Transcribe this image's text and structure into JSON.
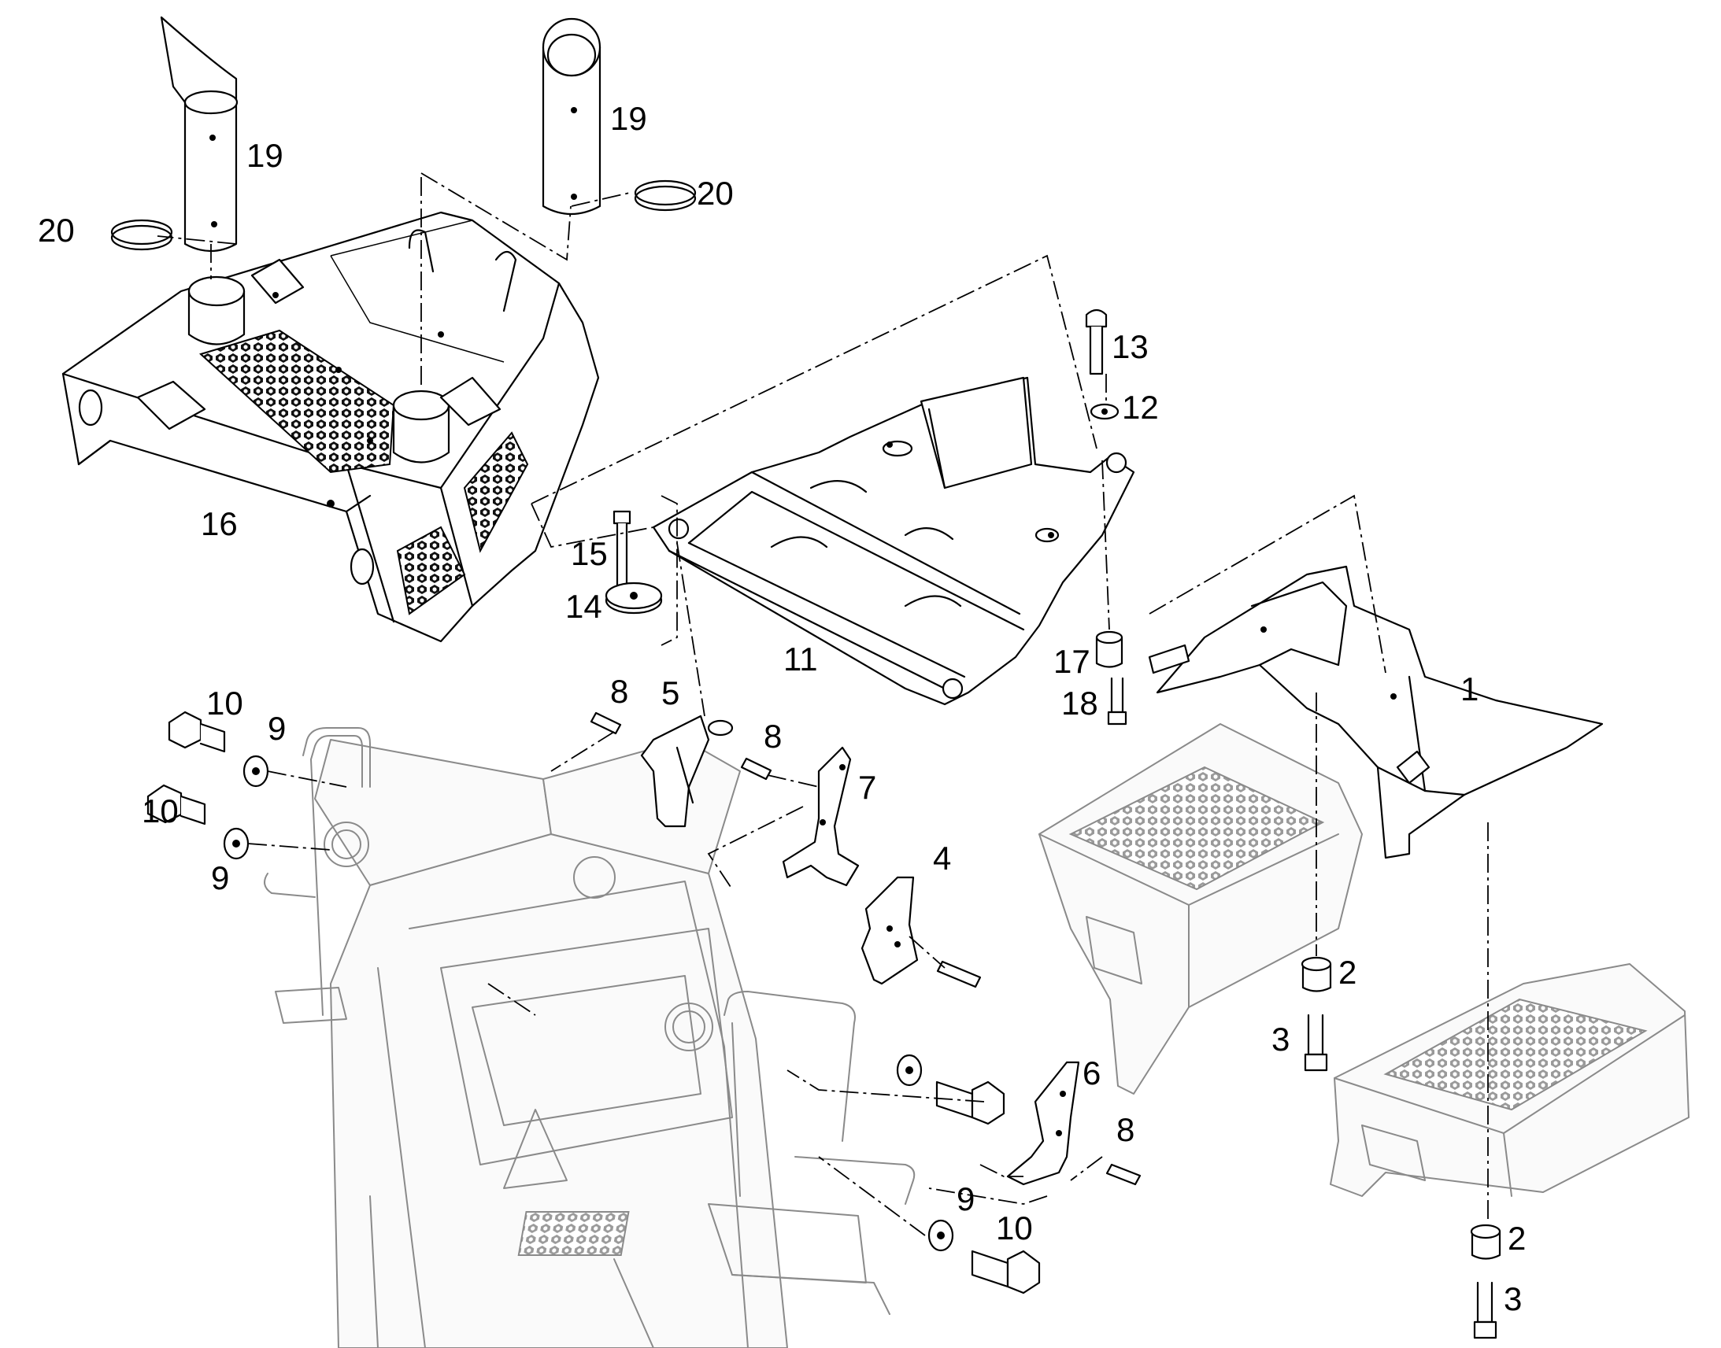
{
  "diagram": {
    "type": "exploded-parts-view",
    "callouts": [
      {
        "id": "c1",
        "label": "1"
      },
      {
        "id": "c2a",
        "label": "2"
      },
      {
        "id": "c2b",
        "label": "2"
      },
      {
        "id": "c3a",
        "label": "3"
      },
      {
        "id": "c3b",
        "label": "3"
      },
      {
        "id": "c4",
        "label": "4"
      },
      {
        "id": "c5",
        "label": "5"
      },
      {
        "id": "c6",
        "label": "6"
      },
      {
        "id": "c7",
        "label": "7"
      },
      {
        "id": "c8a",
        "label": "8"
      },
      {
        "id": "c8b",
        "label": "8"
      },
      {
        "id": "c8c",
        "label": "8"
      },
      {
        "id": "c9a",
        "label": "9"
      },
      {
        "id": "c9b",
        "label": "9"
      },
      {
        "id": "c9c",
        "label": "9"
      },
      {
        "id": "c10a",
        "label": "10"
      },
      {
        "id": "c10b",
        "label": "10"
      },
      {
        "id": "c10c",
        "label": "10"
      },
      {
        "id": "c11",
        "label": "11"
      },
      {
        "id": "c12",
        "label": "12"
      },
      {
        "id": "c13",
        "label": "13"
      },
      {
        "id": "c14",
        "label": "14"
      },
      {
        "id": "c15",
        "label": "15"
      },
      {
        "id": "c16",
        "label": "16"
      },
      {
        "id": "c17",
        "label": "17"
      },
      {
        "id": "c18",
        "label": "18"
      },
      {
        "id": "c19a",
        "label": "19"
      },
      {
        "id": "c19b",
        "label": "19"
      },
      {
        "id": "c20a",
        "label": "20"
      },
      {
        "id": "c20b",
        "label": "20"
      }
    ]
  }
}
